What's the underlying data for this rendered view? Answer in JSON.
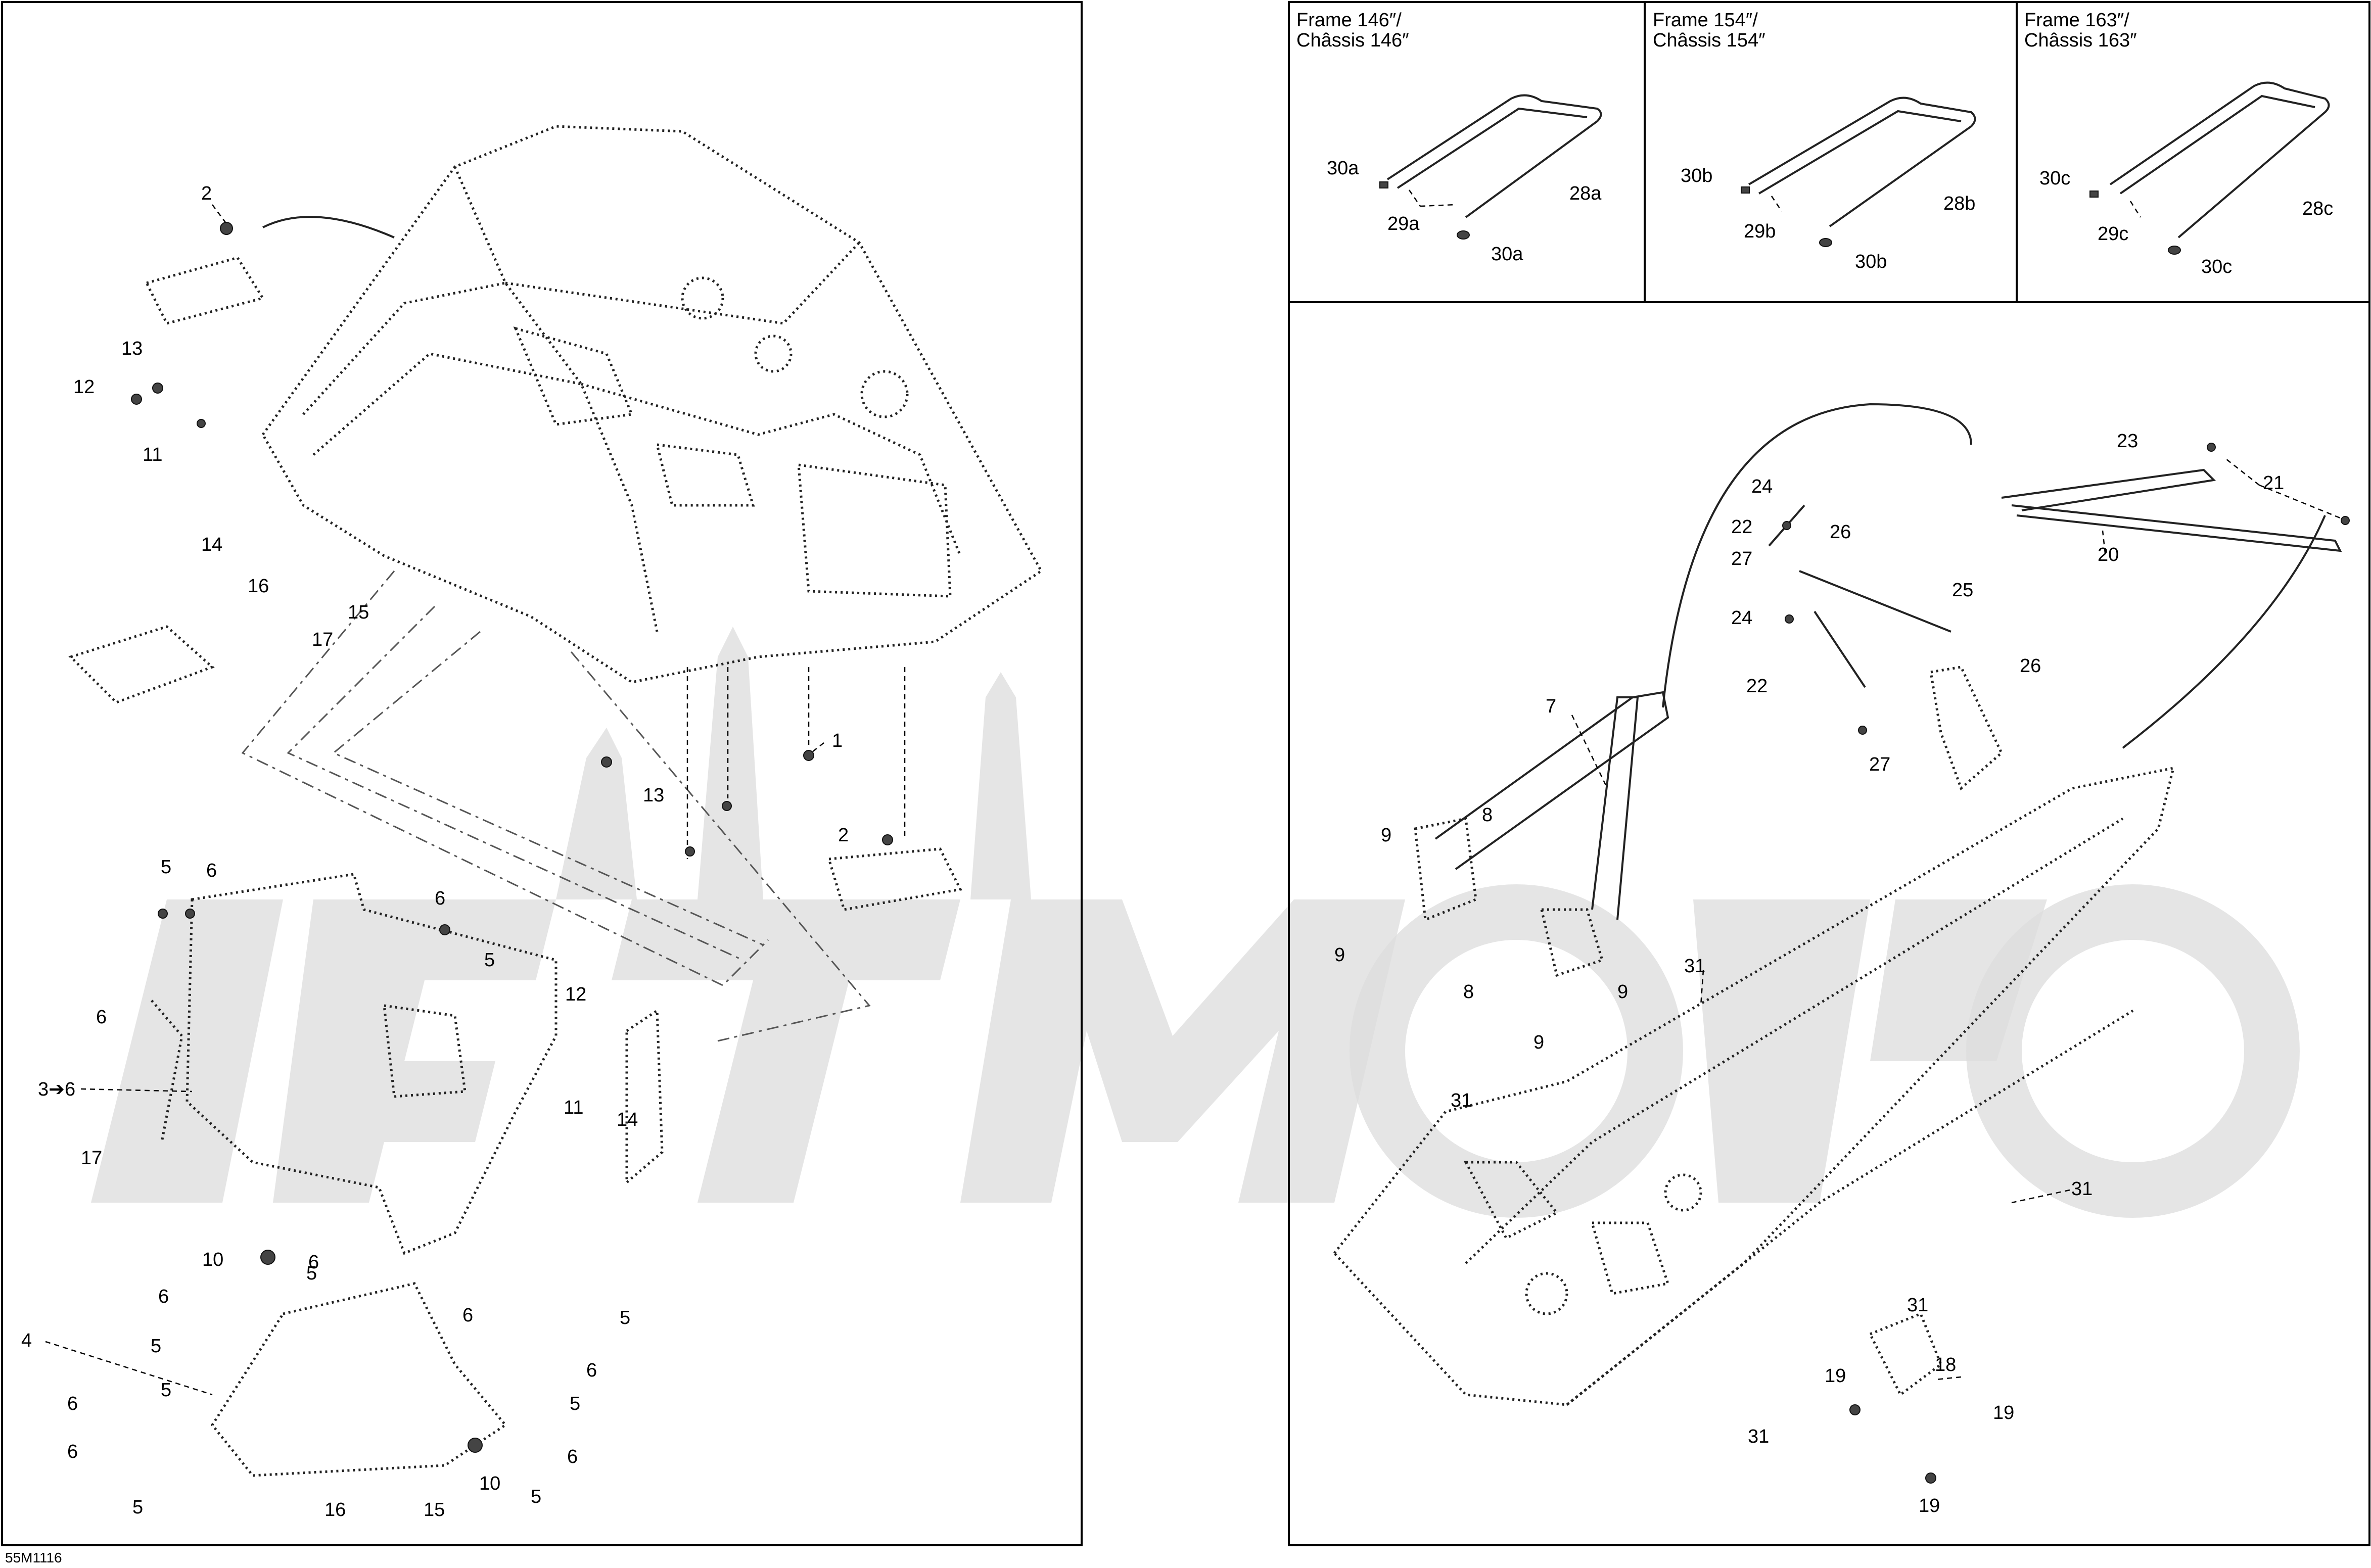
{
  "doc_code": "55M1116",
  "frame_variants": [
    {
      "title_line1": "Frame 146″/",
      "title_line2": "Châssis 146″",
      "rail": "28a",
      "hardware_a": "29a",
      "hardware_b": "30a"
    },
    {
      "title_line1": "Frame 154″/",
      "title_line2": "Châssis 154″",
      "rail": "28b",
      "hardware_a": "29b",
      "hardware_b": "30b"
    },
    {
      "title_line1": "Frame 163″/",
      "title_line2": "Châssis 163″",
      "rail": "28c",
      "hardware_a": "29c",
      "hardware_b": "30c"
    }
  ],
  "callouts": [
    "1",
    "2",
    "3➔6",
    "4",
    "5",
    "6",
    "7",
    "8",
    "9",
    "10",
    "11",
    "12",
    "13",
    "14",
    "15",
    "16",
    "17",
    "18",
    "19",
    "20",
    "21",
    "22",
    "23",
    "24",
    "25",
    "26",
    "27",
    "31"
  ],
  "colors": {
    "line": "#222222",
    "border": "#000000",
    "watermark": "#dcdcdc"
  }
}
